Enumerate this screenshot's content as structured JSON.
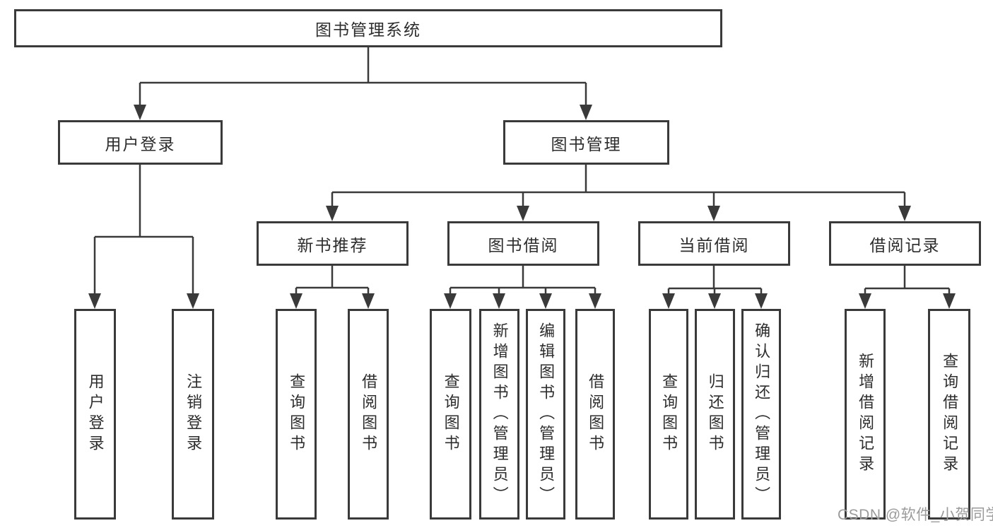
{
  "diagram": {
    "title": "图书管理系统",
    "nodes": {
      "root": "图书管理系统",
      "user_login": "用户登录",
      "book_mgmt": "图书管理",
      "new_books": "新书推荐",
      "book_borrow": "图书借阅",
      "current_borrow": "当前借阅",
      "borrow_records": "借阅记录"
    },
    "leaves": {
      "login_user": "用户登录",
      "login_logout": "注销登录",
      "nb_query": "查询图书",
      "nb_borrow": "借阅图书",
      "bb_query": "查询图书",
      "bb_add": "新增图书（管理员）",
      "bb_edit": "编辑图书（管理员）",
      "bb_borrow": "借阅图书",
      "cb_query": "查询图书",
      "cb_return": "归还图书",
      "cb_confirm": "确认归还（管理员）",
      "br_add": "新增借阅记录",
      "br_query": "查询借阅记录"
    },
    "colors": {
      "line": "#3a3a3a",
      "text": "#2d2d2d",
      "watermark": "#9b9b9b",
      "background": "#ffffff"
    }
  },
  "watermark": "CSDN @软件_小贺同学"
}
